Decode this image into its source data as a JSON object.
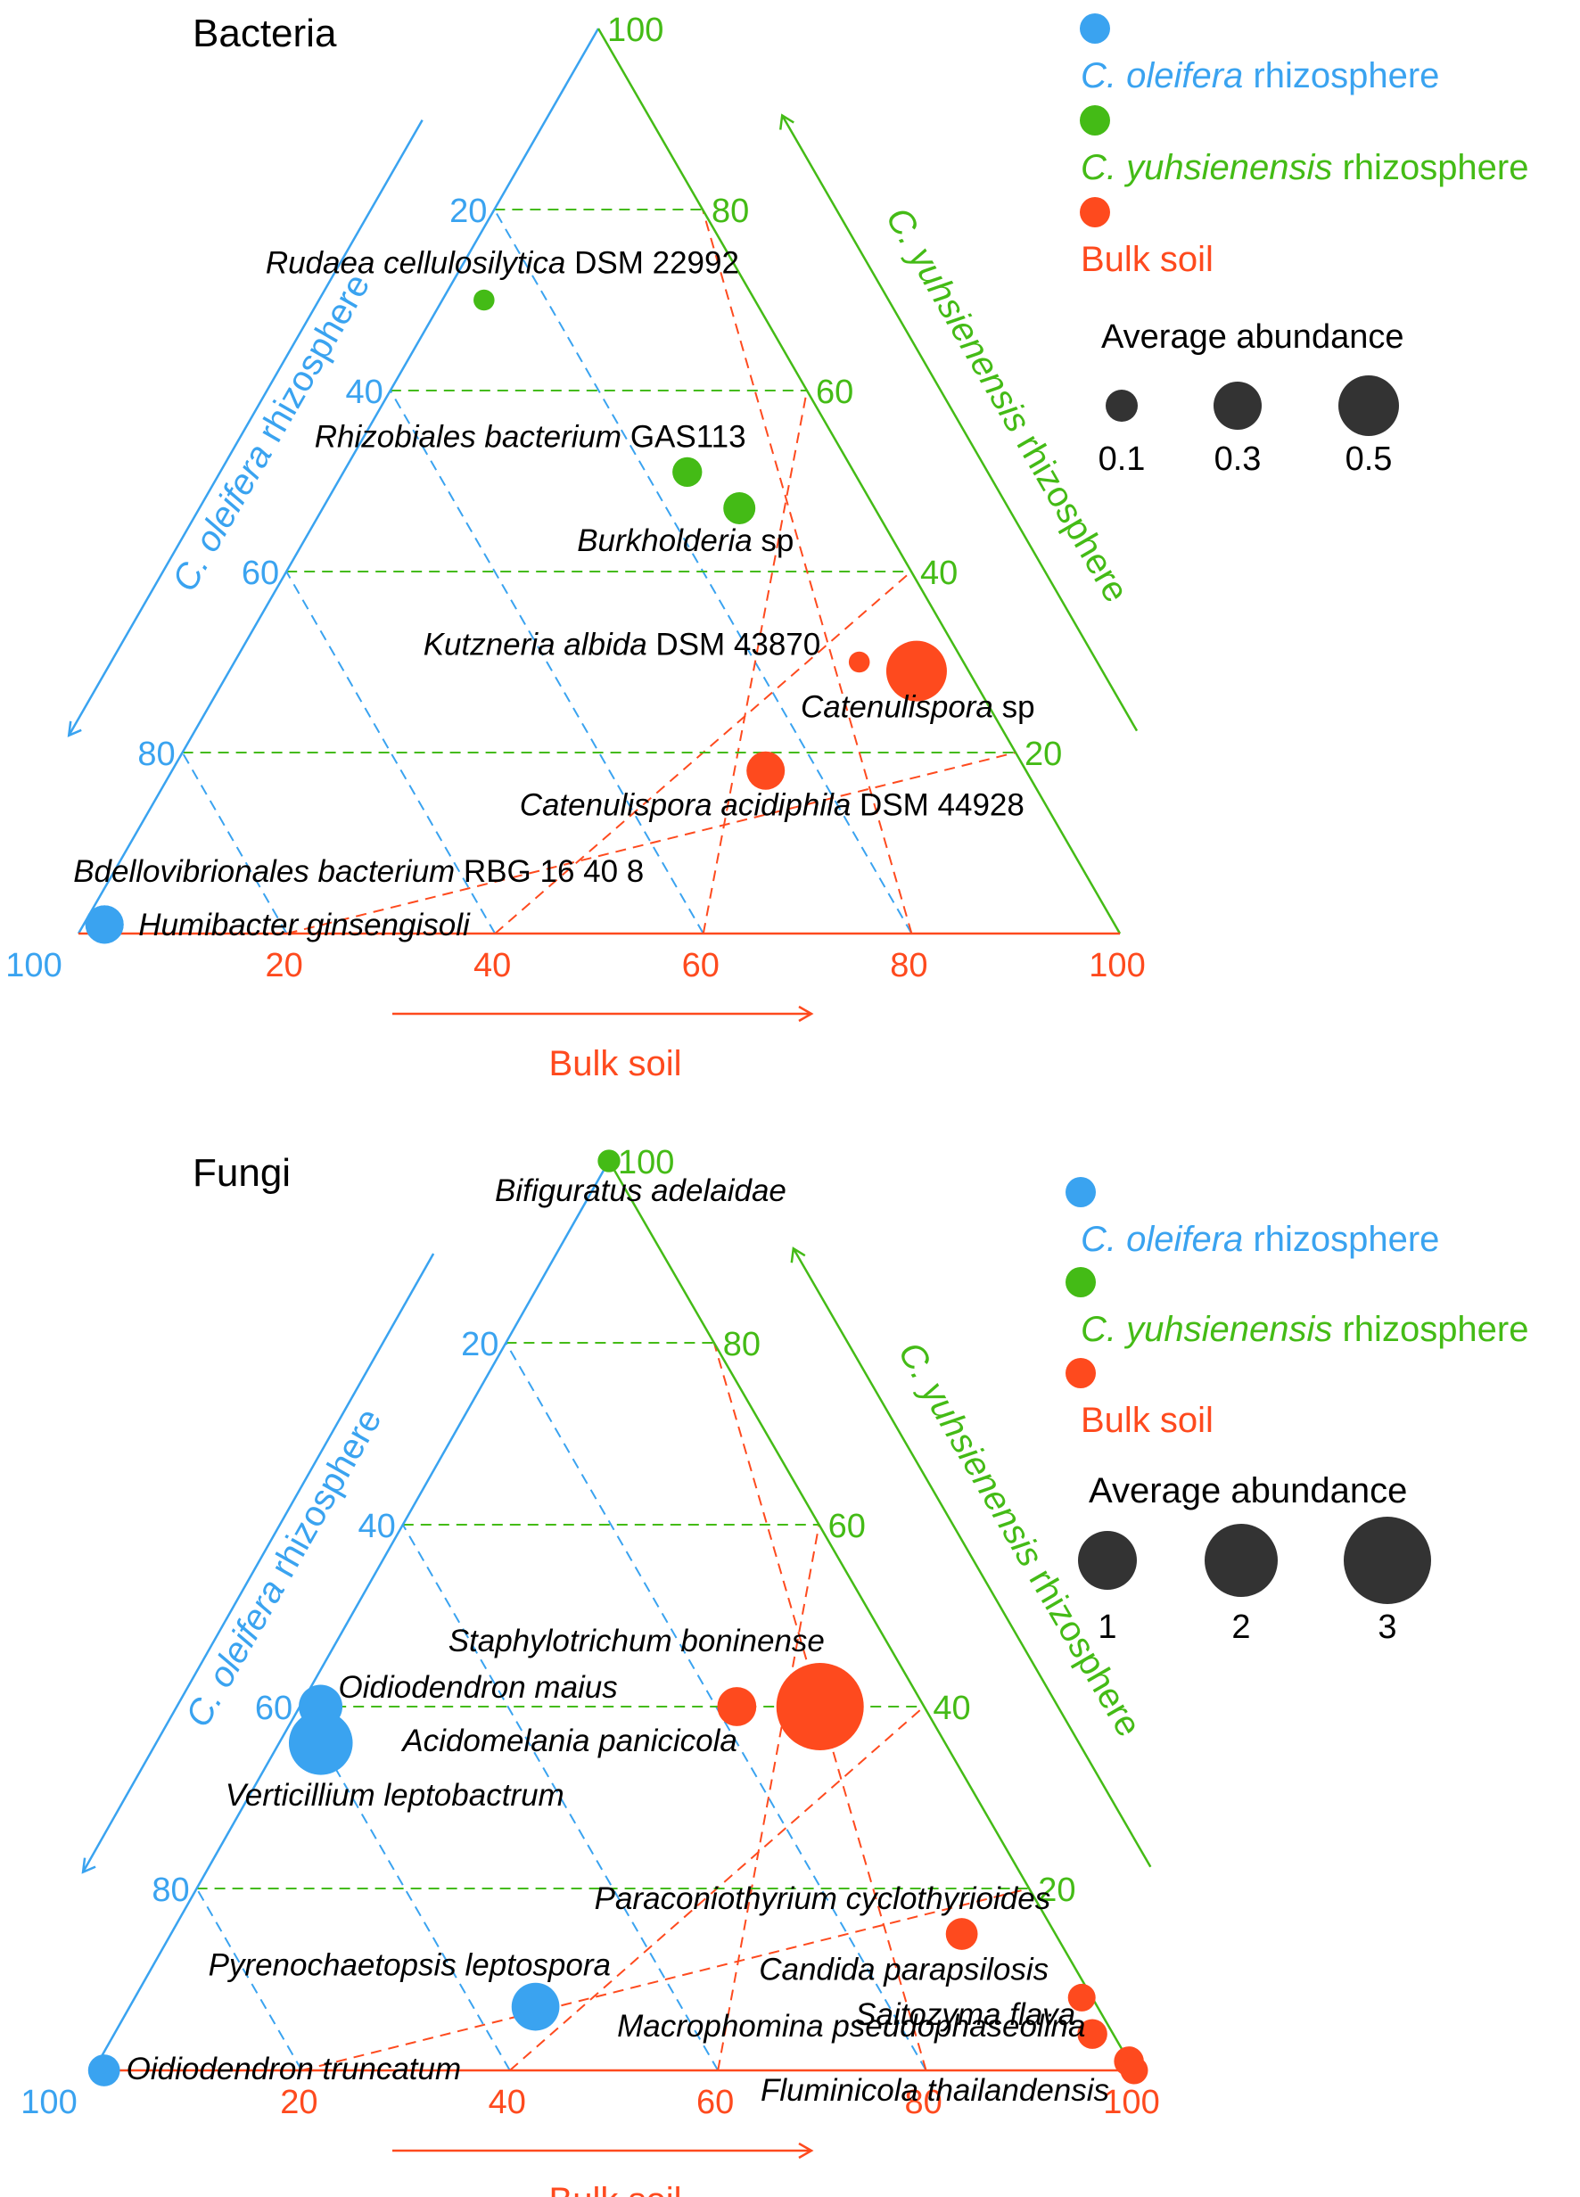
{
  "colors": {
    "oleifera": "#3aa3f0",
    "yuhsienensis": "#44bb16",
    "bulk": "#fe4a1e",
    "label": "#000000",
    "size_legend": "#333333"
  },
  "legend": {
    "entries": [
      {
        "key": "oleifera",
        "italic": "C. oleifera",
        "rest": " rhizosphere"
      },
      {
        "key": "yuhsienensis",
        "italic": "C. yuhsienensis",
        "rest": " rhizosphere"
      },
      {
        "key": "bulk",
        "italic": "",
        "rest": "Bulk soil"
      }
    ]
  },
  "chart_data": [
    {
      "type": "ternary-scatter",
      "title": "Bacteria",
      "axes": {
        "left": "C. oleifera rhizosphere",
        "right": "C. yuhsienensis rhizosphere",
        "bottom": "Bulk soil"
      },
      "ticks": [
        20,
        40,
        60,
        80,
        100
      ],
      "size_legend": {
        "title": "Average abundance",
        "values": [
          "0.1",
          "0.3",
          "0.5"
        ]
      },
      "points": [
        {
          "italic": "Rudaea cellulosilytica",
          "rest": " DSM 22992",
          "group": "yuhsienensis",
          "oleifera": 26,
          "yuhsienensis": 70,
          "bulk": 4,
          "abundance": 0.06
        },
        {
          "italic": "Rhizobiales bacterium",
          "rest": " GAS113",
          "group": "yuhsienensis",
          "oleifera": 16,
          "yuhsienensis": 51,
          "bulk": 33,
          "abundance": 0.12
        },
        {
          "italic": "Burkholderia",
          "rest": " sp",
          "group": "yuhsienensis",
          "oleifera": 13,
          "yuhsienensis": 47,
          "bulk": 40,
          "abundance": 0.14
        },
        {
          "italic": "Kutzneria albida",
          "rest": " DSM 43870",
          "group": "bulk",
          "oleifera": 10,
          "yuhsienensis": 30,
          "bulk": 60,
          "abundance": 0.06
        },
        {
          "italic": "Catenulispora",
          "rest": " sp",
          "group": "bulk",
          "oleifera": 5,
          "yuhsienensis": 29,
          "bulk": 66,
          "abundance": 0.5
        },
        {
          "italic": "Catenulispora acidiphila",
          "rest": " DSM 44928",
          "group": "bulk",
          "oleifera": 25,
          "yuhsienensis": 18,
          "bulk": 57,
          "abundance": 0.2
        },
        {
          "italic": "Bdellovibrionales bacterium",
          "rest": " RBG 16 40 8",
          "group": "oleifera",
          "oleifera": 97,
          "yuhsienensis": 1,
          "bulk": 2,
          "abundance": 0.2
        },
        {
          "italic": "Humibacter ginsengisoli",
          "rest": "",
          "group": "oleifera",
          "oleifera": 97,
          "yuhsienensis": 1,
          "bulk": 2,
          "abundance": 0.2
        }
      ]
    },
    {
      "type": "ternary-scatter",
      "title": "Fungi",
      "axes": {
        "left": "C. oleifera rhizosphere",
        "right": "C. yuhsienensis rhizosphere",
        "bottom": "Bulk soil"
      },
      "ticks": [
        20,
        40,
        60,
        80,
        100
      ],
      "size_legend": {
        "title": "Average abundance",
        "values": [
          "1",
          "2",
          "3"
        ]
      },
      "points": [
        {
          "italic": "Bifiguratus adelaidae",
          "rest": "",
          "group": "yuhsienensis",
          "oleifera": 0,
          "yuhsienensis": 100,
          "bulk": 0,
          "abundance": 0.2
        },
        {
          "italic": "Staphylotrichum boninense",
          "rest": "",
          "group": "bulk",
          "oleifera": 10,
          "yuhsienensis": 40,
          "bulk": 50,
          "abundance": 3.0
        },
        {
          "italic": "Oidiodendron maius",
          "rest": "",
          "group": "oleifera",
          "oleifera": 58,
          "yuhsienensis": 40,
          "bulk": 2,
          "abundance": 0.75
        },
        {
          "italic": "Acidomelania panicicola",
          "rest": "",
          "group": "bulk",
          "oleifera": 18,
          "yuhsienensis": 40,
          "bulk": 42,
          "abundance": 0.6
        },
        {
          "italic": "Verticillium leptobactrum",
          "rest": "",
          "group": "oleifera",
          "oleifera": 60,
          "yuhsienensis": 36,
          "bulk": 4,
          "abundance": 1.6
        },
        {
          "italic": "Paraconiothyrium cyclothyrioides",
          "rest": "",
          "group": "bulk",
          "oleifera": 9,
          "yuhsienensis": 15,
          "bulk": 76,
          "abundance": 0.4
        },
        {
          "italic": "Pyrenochaetopsis leptospora",
          "rest": "",
          "group": "oleifera",
          "oleifera": 54,
          "yuhsienensis": 7,
          "bulk": 39,
          "abundance": 0.9
        },
        {
          "italic": "Candida parapsilosis",
          "rest": "",
          "group": "bulk",
          "oleifera": 1,
          "yuhsienensis": 8,
          "bulk": 91,
          "abundance": 0.3
        },
        {
          "italic": "Saitozyma flava",
          "rest": "",
          "group": "bulk",
          "oleifera": 2,
          "yuhsienensis": 4,
          "bulk": 94,
          "abundance": 0.35
        },
        {
          "italic": "Oidiodendron truncatum",
          "rest": "",
          "group": "oleifera",
          "oleifera": 99,
          "yuhsienensis": 0,
          "bulk": 1,
          "abundance": 0.4
        },
        {
          "italic": "Macrophomina pseudophaseolina",
          "rest": "",
          "group": "bulk",
          "oleifera": 0,
          "yuhsienensis": 1,
          "bulk": 99,
          "abundance": 0.35
        },
        {
          "italic": "Fluminicola thailandensis",
          "rest": "",
          "group": "bulk",
          "oleifera": 0,
          "yuhsienensis": 0,
          "bulk": 100,
          "abundance": 0.3
        }
      ]
    }
  ]
}
